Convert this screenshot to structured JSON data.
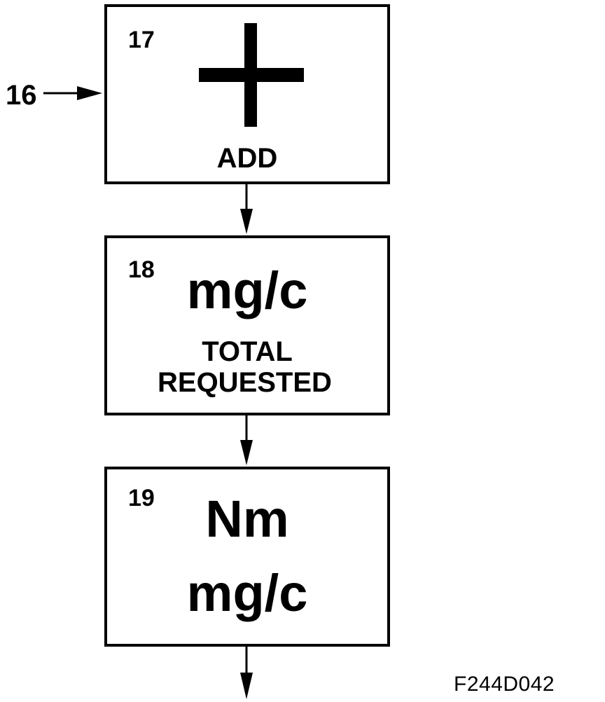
{
  "input": {
    "label": "16"
  },
  "steps": [
    {
      "number": "17",
      "symbol": "plus-icon",
      "label": "ADD"
    },
    {
      "number": "18",
      "main": "mg/c",
      "line1": "TOTAL",
      "line2": "REQUESTED"
    },
    {
      "number": "19",
      "line1": "Nm",
      "line2": "mg/c"
    }
  ],
  "figure_code": "F244D042"
}
